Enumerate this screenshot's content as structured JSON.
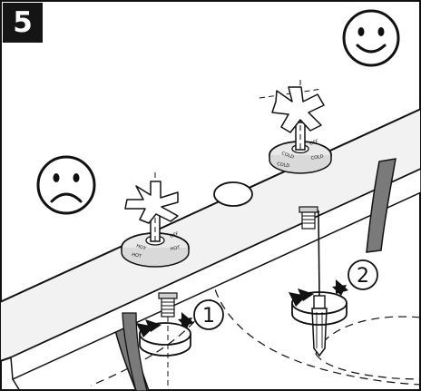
{
  "step": {
    "number": "5"
  },
  "callouts": [
    {
      "label": "1"
    },
    {
      "label": "2"
    }
  ],
  "tap_markings": {
    "left_tap": [
      "HOT",
      "OFF",
      "HOT",
      "HOT"
    ],
    "right_tap": [
      "COLD",
      "OFF",
      "COLD",
      "COLD"
    ]
  },
  "faces": {
    "top_right": "happy-face-icon",
    "left": "sad-face-icon"
  },
  "colors": {
    "ink": "#111111",
    "badge": "#151515",
    "counter_top": "#f2f2f2",
    "pipe_fill": "#7a7a7a"
  }
}
